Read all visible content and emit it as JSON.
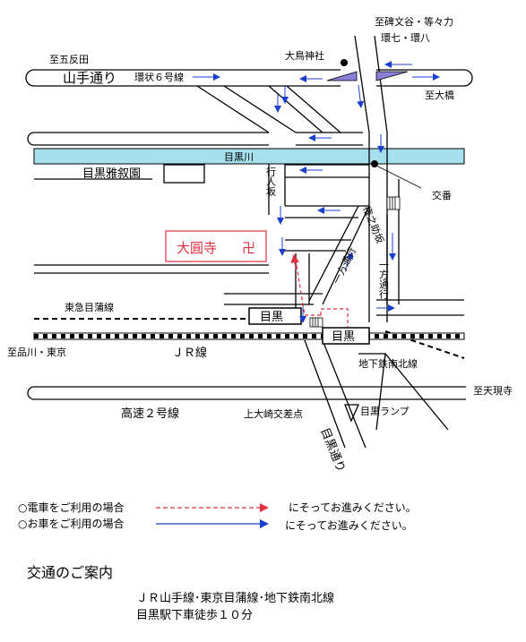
{
  "map": {
    "top_labels": {
      "to_himonya": "至碑文谷・等々力",
      "kan7_kan8": "環七・環八",
      "to_gotanda": "至五反田",
      "otori_shrine": "大鳥神社",
      "yamate_dori": "山手通り",
      "kanjo6": "環状６号線",
      "to_ohashi": "至大橋"
    },
    "mid_labels": {
      "meguro_river": "目黒川",
      "gajoen": "目黒雅叙園",
      "gyoninzaka": "行人坂",
      "koban": "交番",
      "gonnosuke_zaka": "権之助坂",
      "ippo_tsuko_1": "一方通行",
      "ippo_tsuko_2": "一方通行",
      "daienji": "大圓寺",
      "manji": "卍"
    },
    "rail_labels": {
      "tokyu_meguro_line": "東急目蒲線",
      "meguro_a": "目黒",
      "meguro_b": "目黒",
      "to_shinagawa": "至品川・東京",
      "jr_line": "ＪＲ線",
      "namboku": "地下鉄南北線",
      "to_tengenji": "至天現寺",
      "shuto2": "高速２号線",
      "kamiosaki": "上大崎交差点",
      "meguro_ramp": "目黒ランプ",
      "meguro_dori": "目黒通り"
    },
    "colors": {
      "river": "#a6e0ef",
      "route_car": "#1a3fcf",
      "route_train": "#e23040",
      "temple": "#e23040",
      "triangle": "#8a7fd6"
    }
  },
  "legend": {
    "train_left": "○電車をご利用の場合",
    "train_right": "にそってお進みください。",
    "car_left": "○お車をご利用の場合",
    "car_right": "にそってお進みください。"
  },
  "info": {
    "title": "交通のご案内",
    "line1": "ＪＲ山手線･東京目蒲線･地下鉄南北線",
    "line2": "目黒駅下車徒歩１０分"
  }
}
